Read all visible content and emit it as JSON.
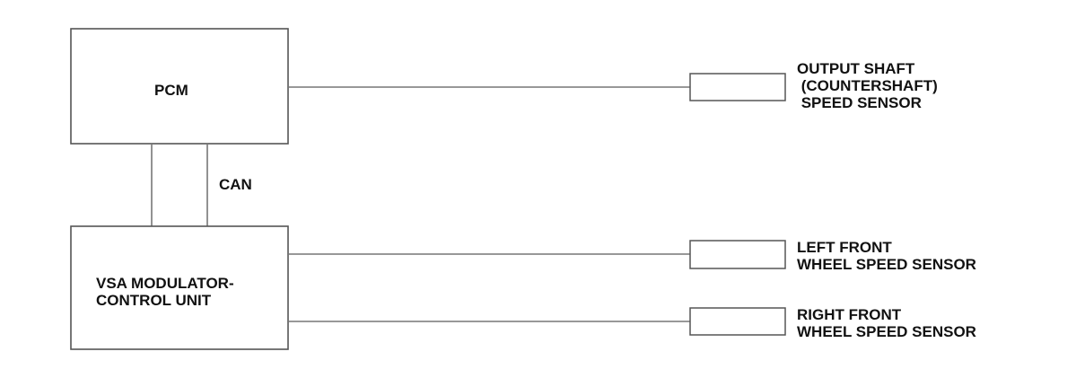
{
  "pcm": {
    "label": "PCM"
  },
  "vsa": {
    "line1": "VSA MODULATOR-",
    "line2": "CONTROL UNIT"
  },
  "can": {
    "label": "CAN"
  },
  "sensors": {
    "output_shaft": {
      "line1": "OUTPUT SHAFT",
      "line2": " (COUNTERSHAFT)",
      "line3": " SPEED SENSOR"
    },
    "left_front": {
      "line1": "LEFT FRONT",
      "line2": "WHEEL SPEED SENSOR"
    },
    "right_front": {
      "line1": "RIGHT FRONT",
      "line2": "WHEEL SPEED SENSOR"
    }
  }
}
